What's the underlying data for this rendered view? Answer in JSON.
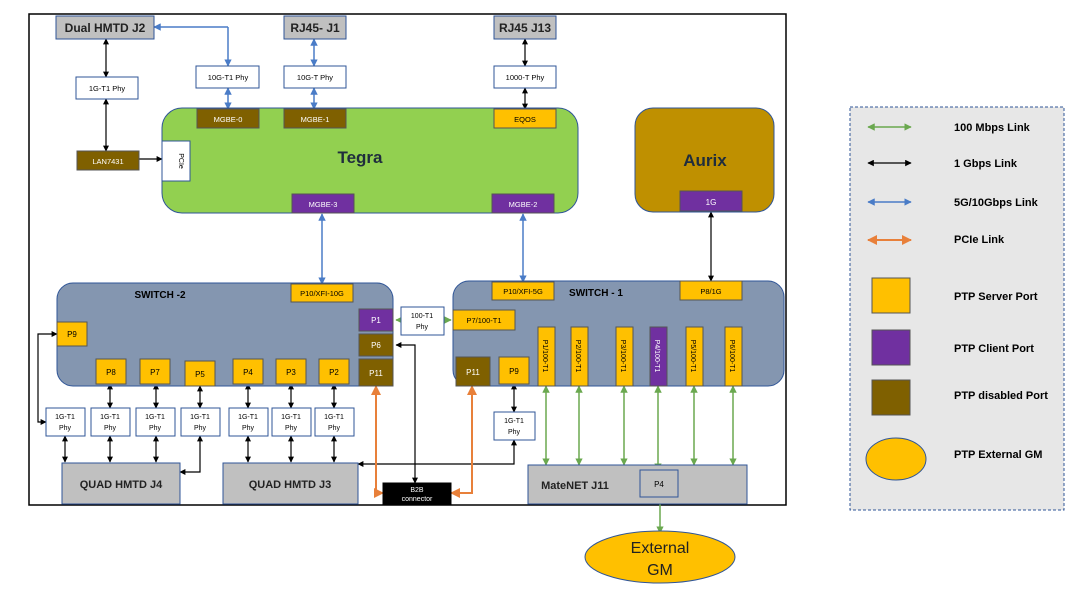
{
  "labels": {
    "dual_hmtd_j2": "Dual HMTD J2",
    "rj45_j1": "RJ45- J1",
    "rj45_j13": "RJ45 J13",
    "phy_1g_t1_top": "1G-T1 Phy",
    "phy_10g_t1_top": "10G-T1 Phy",
    "phy_10g_t_top": "10G-T Phy",
    "phy_1000_t_top": "1000-T Phy",
    "lan7431": "LAN7431",
    "pcie": "PCIe",
    "mgbe0": "MGBE-0",
    "mgbe1": "MGBE-1",
    "eqos": "EQOS",
    "tegra": "Tegra",
    "mgbe3": "MGBE-3",
    "mgbe2": "MGBE-2",
    "aurix": "Aurix",
    "aurix_1g": "1G",
    "switch2_title": "SWITCH -2",
    "switch2_p10": "P10/XFI-10G",
    "switch2_p9": "P9",
    "switch2_p8": "P8",
    "switch2_p7": "P7",
    "switch2_p5": "P5",
    "switch2_p4": "P4",
    "switch2_p3": "P3",
    "switch2_p2": "P2",
    "switch2_p1": "P1",
    "switch2_p6": "P6",
    "switch2_p11": "P11",
    "phy_100_t1_mid_line1": "100-T1",
    "phy_100_t1_mid_line2": "Phy",
    "switch1_title": "SWITCH - 1",
    "switch1_p10": "P10/XFI-5G",
    "switch1_p8": "P8/1G",
    "switch1_p7": "P7/100-T1",
    "switch1_p11": "P11",
    "switch1_p9": "P9",
    "switch1_p1": "P1/100-T1",
    "switch1_p2": "P2/100-T1",
    "switch1_p3": "P3/100-T1",
    "switch1_p4": "P4/100-T1",
    "switch1_p5": "P5/100-T1",
    "switch1_p6": "P6/100-T1",
    "phy_1g_t1_line1": "1G-T1",
    "phy_1g_t1_line2": "Phy",
    "quad_hmtd_j4": "QUAD HMTD J4",
    "quad_hmtd_j3": "QUAD HMTD J3",
    "b2b_line1": "B2B",
    "b2b_line2": "connector",
    "matenet_j11": "MateNET J11",
    "matenet_p4": "P4",
    "external_gm_line1": "External",
    "external_gm_line2": "GM"
  },
  "legend": {
    "link_100mbps": "100 Mbps Link",
    "link_1gbps": "1 Gbps Link",
    "link_5g10g": "5G/10Gbps Link",
    "link_pcie": "PCIe Link",
    "ptp_server": "PTP Server Port",
    "ptp_client": "PTP Client Port",
    "ptp_disabled": "PTP disabled Port",
    "ptp_external_gm": "PTP External GM"
  },
  "colors": {
    "link_100mbps": "#6aa84f",
    "link_1gbps": "#000000",
    "link_5g10g": "#4a7cc7",
    "link_pcie": "#e8803a",
    "ptp_server": "#ffc000",
    "ptp_client": "#7030a0",
    "ptp_disabled": "#7f6000",
    "tegra": "#92d050",
    "aurix": "#bf9000",
    "switch": "#8496b0",
    "connector_gray": "#c0c0c0",
    "b2b": "#000000"
  }
}
